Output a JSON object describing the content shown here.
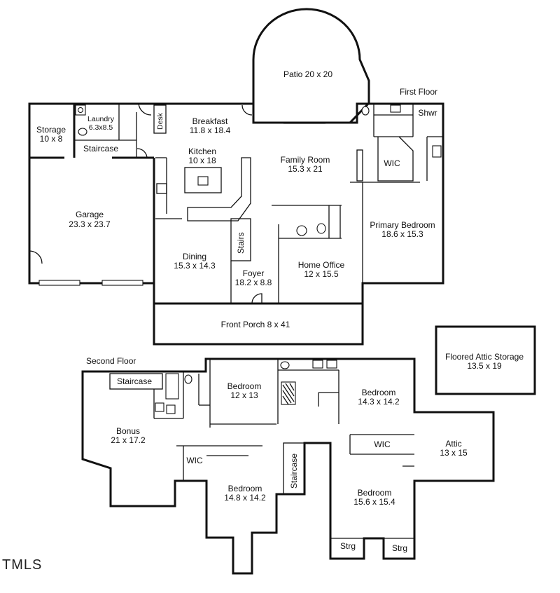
{
  "floors": {
    "first_floor_title": "First Floor",
    "second_floor_title": "Second Floor"
  },
  "rooms": {
    "patio": "Patio 20 x 20",
    "storage_name": "Storage",
    "storage_dim": "10 x 8",
    "laundry_name": "Laundry",
    "laundry_dim": "6.3x8.5",
    "staircase_first": "Staircase",
    "desk": "Desk",
    "breakfast_name": "Breakfast",
    "breakfast_dim": "11.8 x 18.4",
    "kitchen_name": "Kitchen",
    "kitchen_dim": "10 x 18",
    "family_name": "Family Room",
    "family_dim": "15.3 x 21",
    "shwr": "Shwr",
    "wic_first": "WIC",
    "garage_name": "Garage",
    "garage_dim": "23.3 x 23.7",
    "stairs": "Stairs",
    "primary_name": "Primary Bedroom",
    "primary_dim": "18.6 x 15.3",
    "dining_name": "Dining",
    "dining_dim": "15.3 x 14.3",
    "foyer_name": "Foyer",
    "foyer_dim": "18.2 x 8.8",
    "office_name": "Home Office",
    "office_dim": "12 x 15.5",
    "porch": "Front Porch 8 x 41",
    "attic_storage_name": "Floored Attic Storage",
    "attic_storage_dim": "13.5 x 19",
    "staircase_second": "Staircase",
    "bed1_name": "Bedroom",
    "bed1_dim": "12 x 13",
    "bed2_name": "Bedroom",
    "bed2_dim": "14.3 x 14.2",
    "bonus_name": "Bonus",
    "bonus_dim": "21 x 17.2",
    "wic_bonus": "WIC",
    "wic_bed2": "WIC",
    "attic_name": "Attic",
    "attic_dim": "13 x 15",
    "staircase_vertical": "Staircase",
    "bed3_name": "Bedroom",
    "bed3_dim": "14.8 x 14.2",
    "bed4_name": "Bedroom",
    "bed4_dim": "15.6 x 15.4",
    "strg1": "Strg",
    "strg2": "Strg"
  },
  "brand": {
    "logo": "TMLS"
  },
  "icons": [
    "door-swing-icon",
    "toilet-icon",
    "sink-icon",
    "bathtub-icon",
    "fireplace-icon",
    "window-icon"
  ]
}
